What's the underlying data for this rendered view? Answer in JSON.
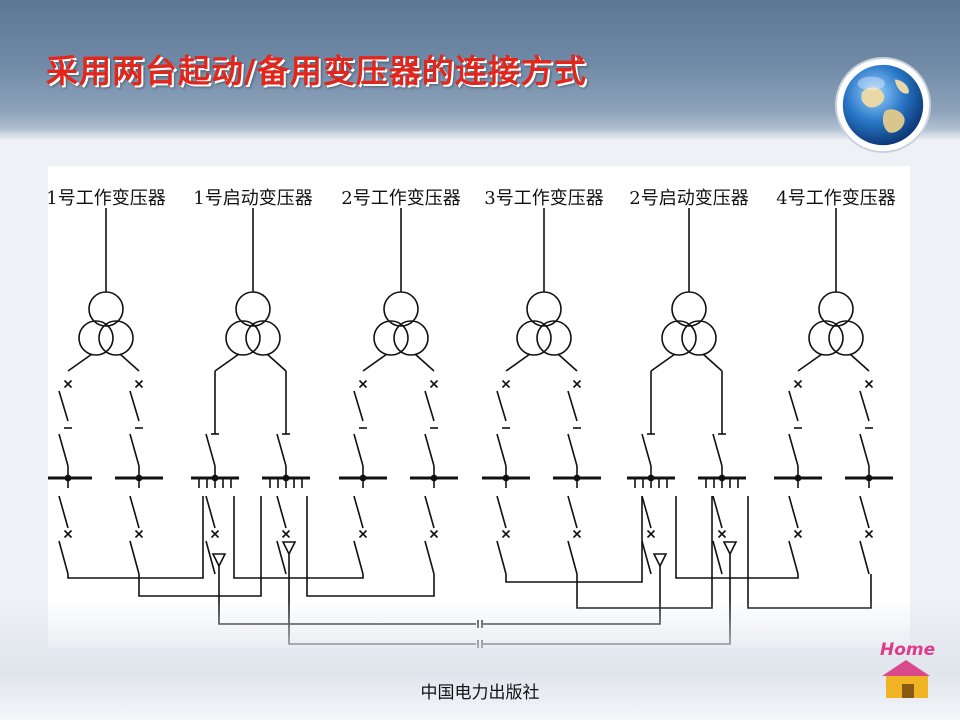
{
  "slide": {
    "title": "采用两台起动/备用变压器的连接方式",
    "publisher": "中国电力出版社",
    "home_label": "Home",
    "title_color": "#e3261c"
  },
  "diagram": {
    "units": [
      {
        "label": "1号工作变压器",
        "kind": "work"
      },
      {
        "label": "1号启动变压器",
        "kind": "startup"
      },
      {
        "label": "2号工作变压器",
        "kind": "work"
      },
      {
        "label": "3号工作变压器",
        "kind": "work"
      },
      {
        "label": "2号启动变压器",
        "kind": "startup"
      },
      {
        "label": "4号工作变压器",
        "kind": "work"
      }
    ]
  },
  "icons": {
    "globe": "globe-icon",
    "home": "home-icon"
  }
}
